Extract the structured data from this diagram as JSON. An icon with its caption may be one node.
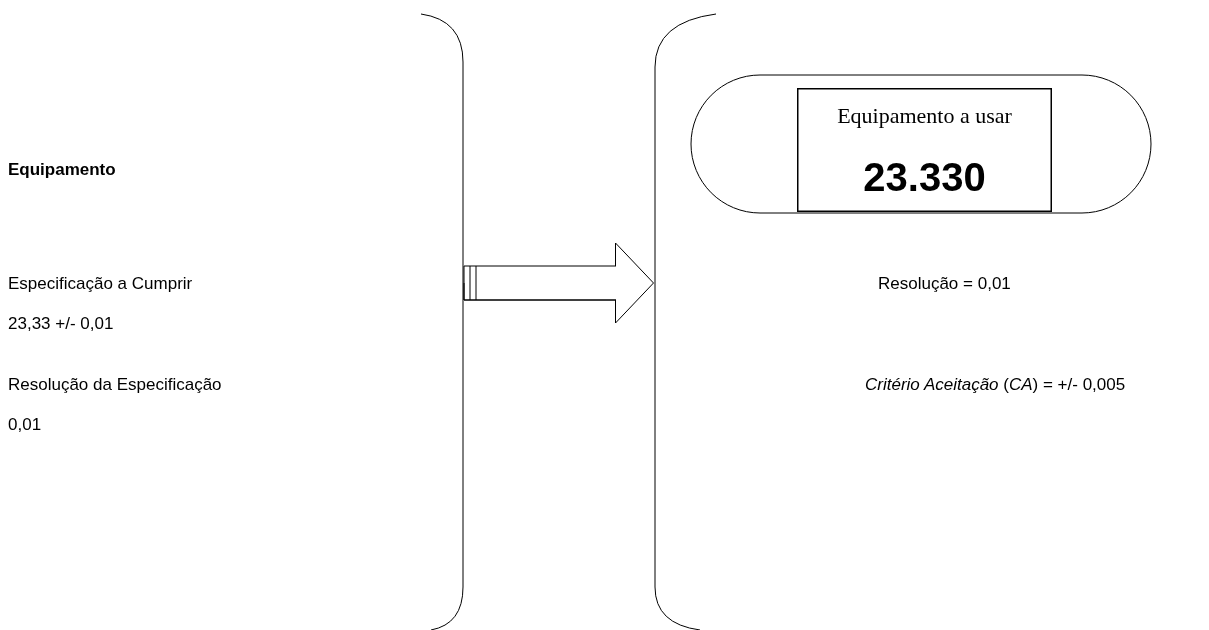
{
  "diagram": {
    "nodes": [
      {
        "text": [
          "Equipamento",
          "Especificação a Cumprir",
          "23,33 +/- 0,01",
          "Resolução da Especificação",
          "0,01"
        ]
      },
      {
        "text": [
          "Resolução = 0,01",
          "*Critério Aceitação* (*CA*) = +/- 0,005"
        ]
      },
      {
        "text": [],
        "shape": "stadium",
        "in": 1
      },
      {
        "text": [
          "Equipamento a usar",
          "23.330"
        ],
        "in": 2
      }
    ],
    "edges": [
      {
        "from": 0,
        "to": 1,
        "arrow": "to"
      }
    ]
  }
}
